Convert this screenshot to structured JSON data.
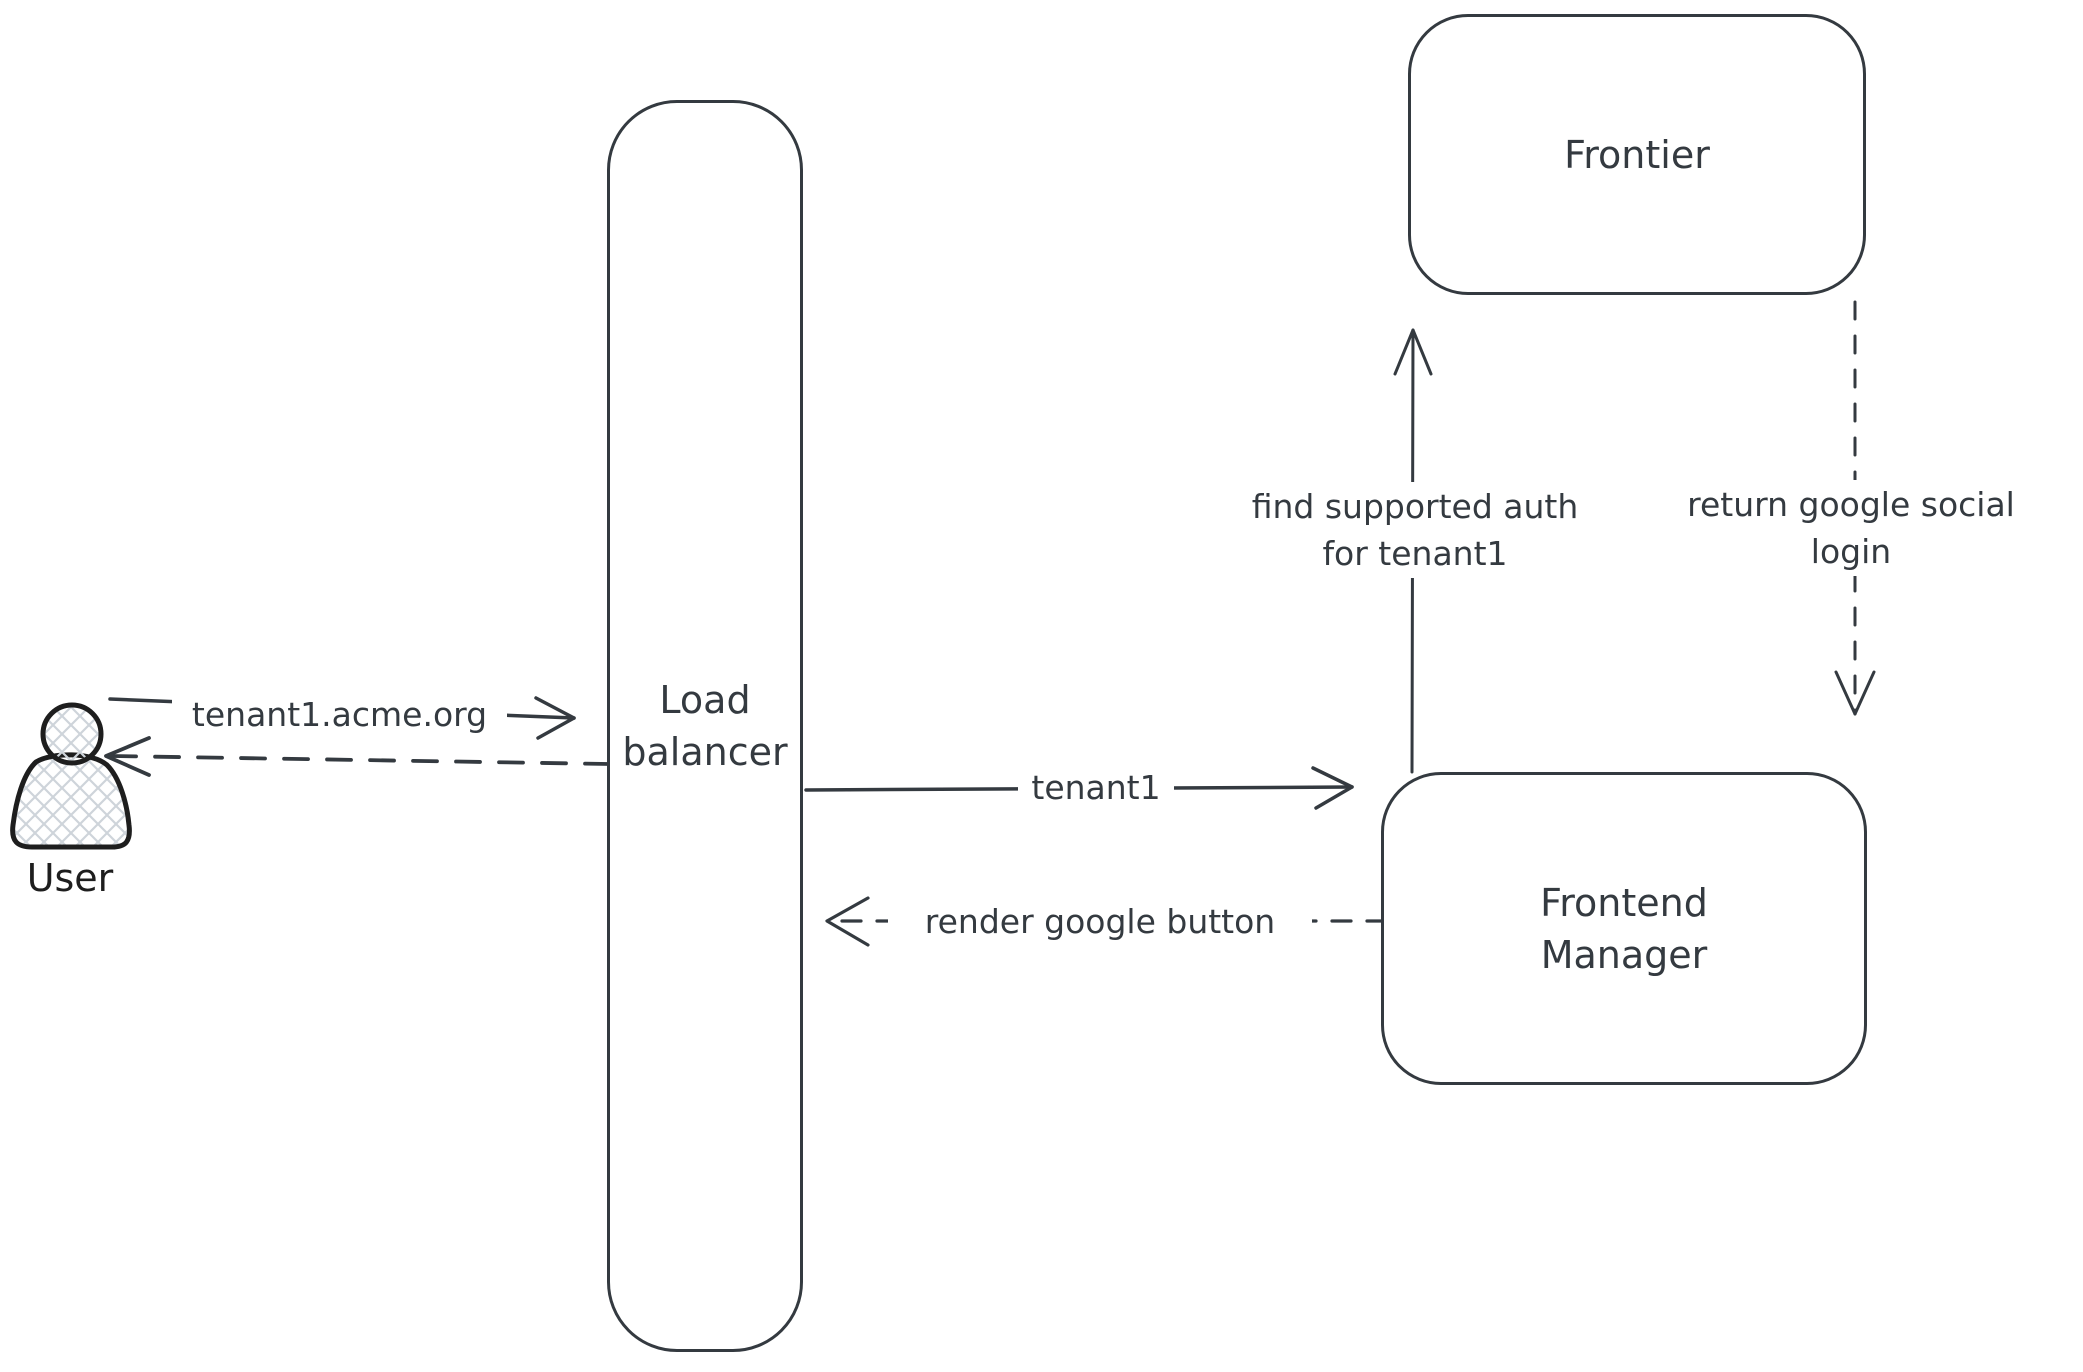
{
  "diagram": {
    "background_color": "#ffffff",
    "stroke_color": "#343a40",
    "user_stroke_color": "#1e1e1e",
    "hatch_color": "#ced4da",
    "nodes": {
      "user": {
        "label": "User",
        "icon": "user-icon"
      },
      "load_balancer": {
        "label": "Load\nbalancer"
      },
      "frontier": {
        "label": "Frontier"
      },
      "frontend_manager": {
        "label": "Frontend\nManager"
      }
    },
    "arrows": {
      "user_to_load_balancer": {
        "label": "tenant1.acme.org",
        "style": "solid",
        "direction": "right"
      },
      "load_balancer_to_user": {
        "label": "",
        "style": "dashed",
        "direction": "left"
      },
      "load_balancer_to_frontend_manager": {
        "label": "tenant1",
        "style": "solid",
        "direction": "right"
      },
      "frontend_manager_to_load_balancer": {
        "label": "render google button",
        "style": "dashed",
        "direction": "left"
      },
      "frontend_manager_to_frontier": {
        "label": "find supported auth\nfor tenant1",
        "style": "solid",
        "direction": "up"
      },
      "frontier_to_frontend_manager": {
        "label": "return google social\nlogin",
        "style": "dashed",
        "direction": "down"
      }
    }
  }
}
